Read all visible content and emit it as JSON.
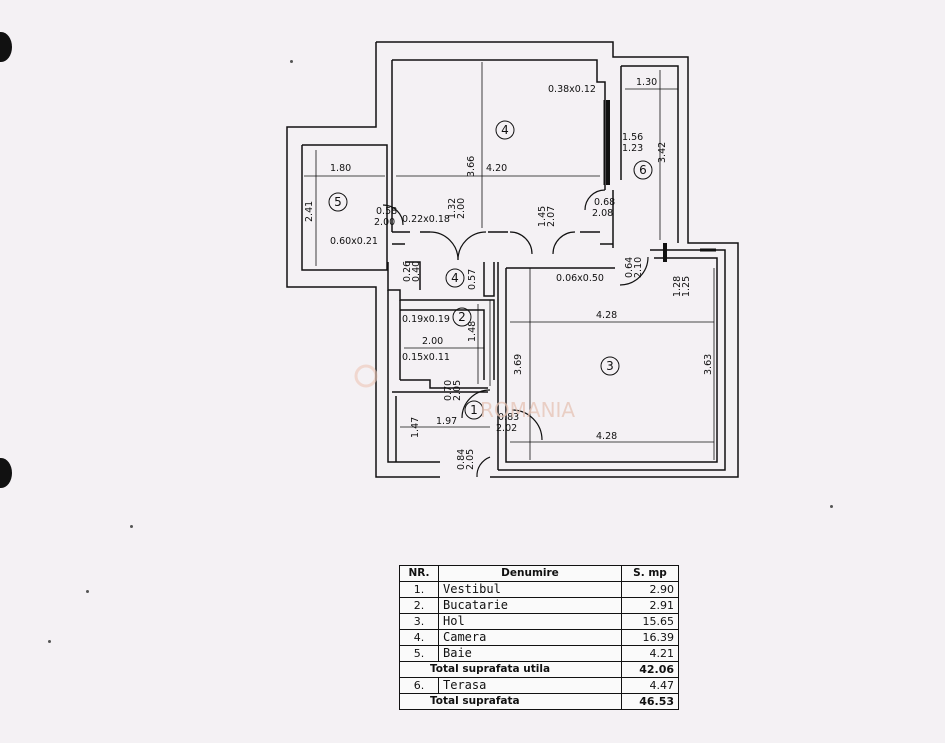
{
  "watermark": "ROMANIA",
  "rooms": [
    {
      "id": "r1",
      "number": "1"
    },
    {
      "id": "r2",
      "number": "2"
    },
    {
      "id": "r3",
      "number": "3"
    },
    {
      "id": "r4a",
      "number": "4"
    },
    {
      "id": "r4b",
      "number": "4"
    },
    {
      "id": "r5",
      "number": "5"
    },
    {
      "id": "r6",
      "number": "6"
    }
  ],
  "dimensions": [
    "0.38x0.12",
    "1.30",
    "1.56",
    "1.23",
    "3.42",
    "3.66",
    "4.20",
    "1.80",
    "2.41",
    "0.58",
    "2.00",
    "0.22x0.18",
    "1.32",
    "2.00",
    "1.45",
    "2.07",
    "0.68",
    "2.08",
    "0.60x0.21",
    "0.26",
    "0.40",
    "0.57",
    "0.06x0.50",
    "0.64",
    "2.10",
    "1.28",
    "1.25",
    "4.28",
    "0.19x0.19",
    "1.48",
    "2.00",
    "3.69",
    "3.63",
    "0.15x0.11",
    "0.70",
    "2.05",
    "1.47",
    "1.97",
    "0.83",
    "2.02",
    "4.28",
    "0.84",
    "2.05"
  ],
  "legend": {
    "headers": {
      "nr": "NR.",
      "name": "Denumire",
      "area": "S. mp"
    },
    "rows": [
      {
        "nr": "1.",
        "name": "Vestibul",
        "area": "2.90"
      },
      {
        "nr": "2.",
        "name": "Bucatarie",
        "area": "2.91"
      },
      {
        "nr": "3.",
        "name": "Hol",
        "area": "15.65"
      },
      {
        "nr": "4.",
        "name": "Camera",
        "area": "16.39"
      },
      {
        "nr": "5.",
        "name": "Baie",
        "area": "4.21"
      }
    ],
    "total_util_label": "Total suprafata utila",
    "total_util_value": "42.06",
    "terrace": {
      "nr": "6.",
      "name": "Terasa",
      "area": "4.47"
    },
    "total_label": "Total suprafata",
    "total_value": "46.53"
  }
}
